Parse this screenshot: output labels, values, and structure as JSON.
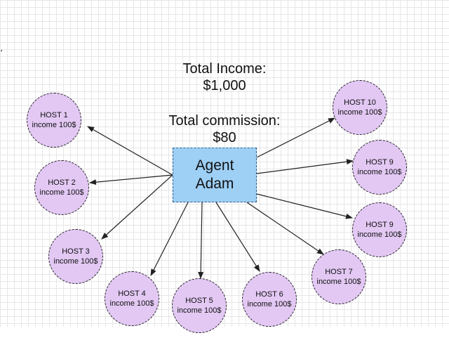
{
  "stray_mark": ".",
  "summary": {
    "income_label": "Total Income:",
    "income_value": "$1,000",
    "commission_label": "Total commission:",
    "commission_value": "$80"
  },
  "agent": {
    "line1": "Agent",
    "line2": "Adam"
  },
  "hosts": [
    {
      "name": "HOST 1",
      "income": "income 100$"
    },
    {
      "name": "HOST 2",
      "income": "income 100$"
    },
    {
      "name": "HOST 3",
      "income": "income 100$"
    },
    {
      "name": "HOST 4",
      "income": "income 100$"
    },
    {
      "name": "HOST 5",
      "income": "income 100$"
    },
    {
      "name": "HOST 6",
      "income": "income 100$"
    },
    {
      "name": "HOST 7",
      "income": "income 100$"
    },
    {
      "name": "HOST 9",
      "income": "income 100$"
    },
    {
      "name": "HOST 9",
      "income": "income 100$"
    },
    {
      "name": "HOST 10",
      "income": "income 100$"
    }
  ],
  "colors": {
    "agent_fill": "#9ecff5",
    "agent_border": "#2d5c87",
    "host_fill": "#e2c8f3",
    "edge": "#222222"
  }
}
